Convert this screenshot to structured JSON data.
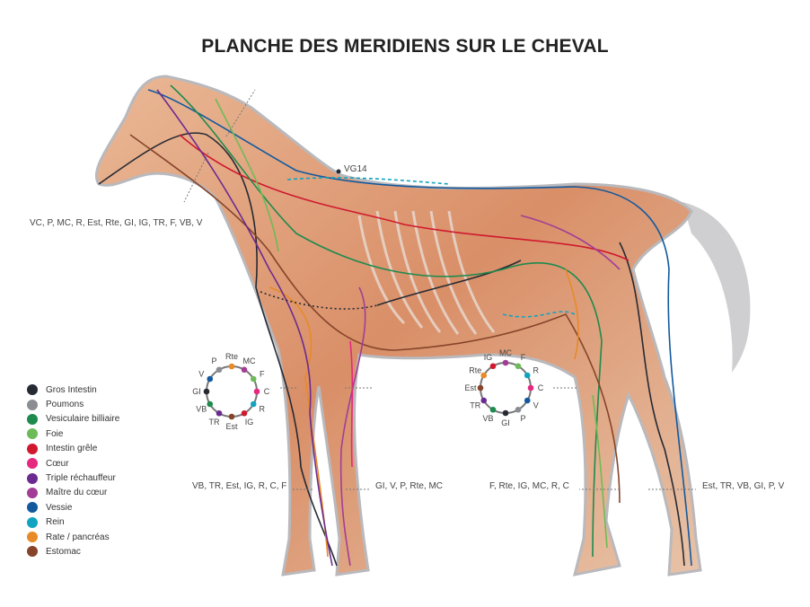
{
  "title": "PLANCHE DES MERIDIENS SUR LE CHEVAL",
  "point_label": "VG14",
  "head_label": "VC, P, MC, R, Est, Rte, GI, IG, TR, F, VB, V",
  "leg_labels": {
    "front_left": "VB, TR, Est, IG, R, C, F",
    "front_right": "GI, V, P, Rte, MC",
    "hind_left": "F, Rte, IG, MC, R, C",
    "hind_right": "Est, TR, VB, GI, P, V"
  },
  "legend": [
    {
      "label": "Gros Intestin",
      "code": "GI",
      "color": "#262a33"
    },
    {
      "label": "Poumons",
      "code": "P",
      "color": "#8a8d92"
    },
    {
      "label": "Vesiculaire billiaire",
      "code": "VB",
      "color": "#1e8a4e"
    },
    {
      "label": "Foie",
      "code": "F",
      "color": "#6dbb58"
    },
    {
      "label": "Intestin grêle",
      "code": "IG",
      "color": "#d0192f"
    },
    {
      "label": "Cœur",
      "code": "C",
      "color": "#e6287f"
    },
    {
      "label": "Triple réchauffeur",
      "code": "TR",
      "color": "#6b2a90"
    },
    {
      "label": "Maître du cœur",
      "code": "MC",
      "color": "#a23d97"
    },
    {
      "label": "Vessie",
      "code": "V",
      "color": "#12599e"
    },
    {
      "label": "Rein",
      "code": "R",
      "color": "#12a3c0"
    },
    {
      "label": "Rate / pancréas",
      "code": "Rte",
      "color": "#e88a26"
    },
    {
      "label": "Estomac",
      "code": "Est",
      "color": "#86452a"
    }
  ],
  "wheels": [
    {
      "name": "front",
      "order": [
        "Rte",
        "MC",
        "F",
        "C",
        "R",
        "IG",
        "Est",
        "TR",
        "VB",
        "GI",
        "V",
        "P"
      ]
    },
    {
      "name": "hind",
      "order": [
        "MC",
        "F",
        "R",
        "C",
        "V",
        "P",
        "GI",
        "VB",
        "TR",
        "Est",
        "Rte",
        "IG"
      ]
    }
  ]
}
